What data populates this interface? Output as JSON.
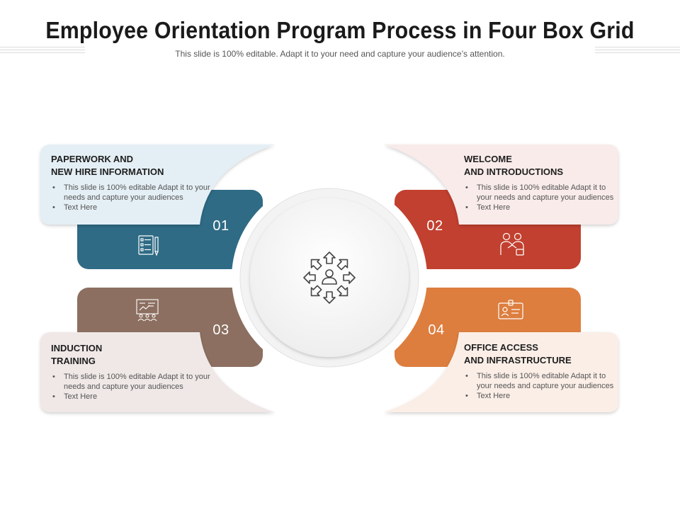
{
  "header": {
    "title": "Employee Orientation Program Process in Four Box Grid",
    "subtitle": "This slide is 100% editable. Adapt it to your need and capture your audience’s attention."
  },
  "center": {
    "icon": "person-with-arrows-icon"
  },
  "steps": [
    {
      "number": "01",
      "heading": "PAPERWORK AND\nNEW HIRE INFORMATION",
      "bullets": [
        "This slide is 100% editable Adapt it to your needs and capture your audiences",
        "Text Here"
      ],
      "accent": "#2f6b85",
      "panel": "#e4eff5",
      "icon": "checklist-icon"
    },
    {
      "number": "02",
      "heading": "WELCOME\nAND INTRODUCTIONS",
      "bullets": [
        "This slide is 100% editable Adapt it to your needs and capture your audiences",
        "Text Here"
      ],
      "accent": "#c2402f",
      "panel": "#f8ebea",
      "icon": "handshake-people-icon"
    },
    {
      "number": "03",
      "heading": "INDUCTION\nTRAINING",
      "bullets": [
        "This slide is 100% editable Adapt it to your needs and capture your audiences",
        "Text Here"
      ],
      "accent": "#8c6f60",
      "panel": "#efe8e7",
      "icon": "presentation-board-icon"
    },
    {
      "number": "04",
      "heading": "OFFICE ACCESS\nAND INFRASTRUCTURE",
      "bullets": [
        "This slide is 100% editable Adapt it to your needs and capture your audiences",
        "Text Here"
      ],
      "accent": "#dd7e3f",
      "panel": "#fbeee7",
      "icon": "id-card-icon"
    }
  ]
}
